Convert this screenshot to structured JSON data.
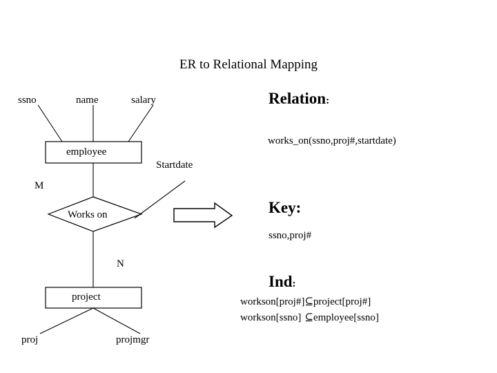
{
  "title": "ER to Relational Mapping",
  "er_diagram": {
    "entities": [
      {
        "name": "employee",
        "label": "employee"
      },
      {
        "name": "project",
        "label": "project"
      }
    ],
    "relationship": {
      "name": "works-on",
      "label": "Works on"
    },
    "attributes": [
      {
        "name": "ssno",
        "label": "ssno",
        "owner": "employee"
      },
      {
        "name": "name",
        "label": "name",
        "owner": "employee"
      },
      {
        "name": "salary",
        "label": "salary",
        "owner": "employee"
      },
      {
        "name": "startdate",
        "label": "Startdate",
        "owner": "works-on"
      },
      {
        "name": "proj",
        "label": "proj",
        "owner": "project"
      },
      {
        "name": "projmgr",
        "label": "projmgr",
        "owner": "project"
      }
    ],
    "cardinalities": [
      {
        "name": "employee-side",
        "label": "M"
      },
      {
        "name": "project-side",
        "label": "N"
      }
    ],
    "mapping_arrow": "arrow-right-icon"
  },
  "relation": {
    "heading": "Relation",
    "colon": ":",
    "value": "works_on(ssno,proj#,startdate)"
  },
  "key": {
    "heading": "Key:",
    "value": "ssno,proj#"
  },
  "ind": {
    "heading": "Ind",
    "colon": ":",
    "rows": [
      {
        "left": "workson[proj#]",
        "symbol": "⊆",
        "right": "project[proj#]"
      },
      {
        "left": "workson[ssno]",
        "symbol": "⊆",
        "right": "employee[ssno]"
      }
    ]
  },
  "colors": {
    "background": "#ffffff",
    "ink": "#000000"
  }
}
